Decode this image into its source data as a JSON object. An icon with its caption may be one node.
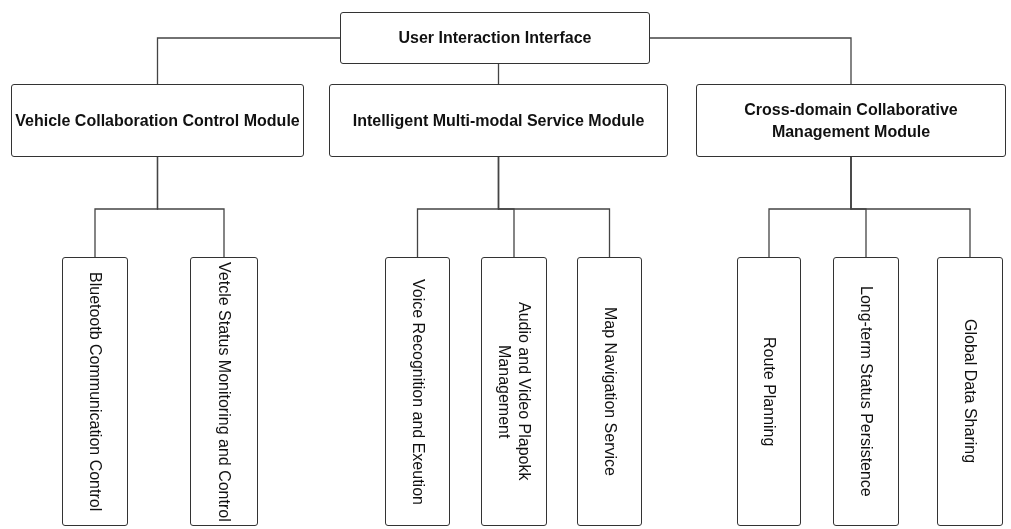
{
  "diagram": {
    "nodes": [
      {
        "text": [
          "User Interaction Interface"
        ]
      },
      {
        "text": [
          "Vehicle Collaboration Control Module"
        ]
      },
      {
        "text": [
          "Intelligent Multi-modal Service Module"
        ]
      },
      {
        "text": [
          "Cross-domain Collaborative Management Module"
        ]
      },
      {
        "text": [
          "Bluetootb Communication Control"
        ]
      },
      {
        "text": [
          "Vetcle Status Monitoring and Control"
        ]
      },
      {
        "text": [
          "Voice Recognition and Exeution"
        ]
      },
      {
        "text": [
          "Audio and Video Plapokk Management"
        ]
      },
      {
        "text": [
          "Map Navigation Service"
        ]
      },
      {
        "text": [
          "Route Planning"
        ]
      },
      {
        "text": [
          "Long-term Status Persistence"
        ]
      },
      {
        "text": [
          "Global Data Sharing"
        ]
      }
    ],
    "edges": [
      {
        "from": 0,
        "to": 1,
        "arrow": "none"
      },
      {
        "from": 0,
        "to": 2,
        "arrow": "none"
      },
      {
        "from": 0,
        "to": 3,
        "arrow": "none"
      },
      {
        "from": 1,
        "to": 4,
        "arrow": "none"
      },
      {
        "from": 1,
        "to": 5,
        "arrow": "none"
      },
      {
        "from": 2,
        "to": 6,
        "arrow": "none"
      },
      {
        "from": 2,
        "to": 7,
        "arrow": "none"
      },
      {
        "from": 2,
        "to": 8,
        "arrow": "none"
      },
      {
        "from": 3,
        "to": 9,
        "arrow": "none"
      },
      {
        "from": 3,
        "to": 10,
        "arrow": "none"
      },
      {
        "from": 3,
        "to": 11,
        "arrow": "none"
      }
    ]
  }
}
